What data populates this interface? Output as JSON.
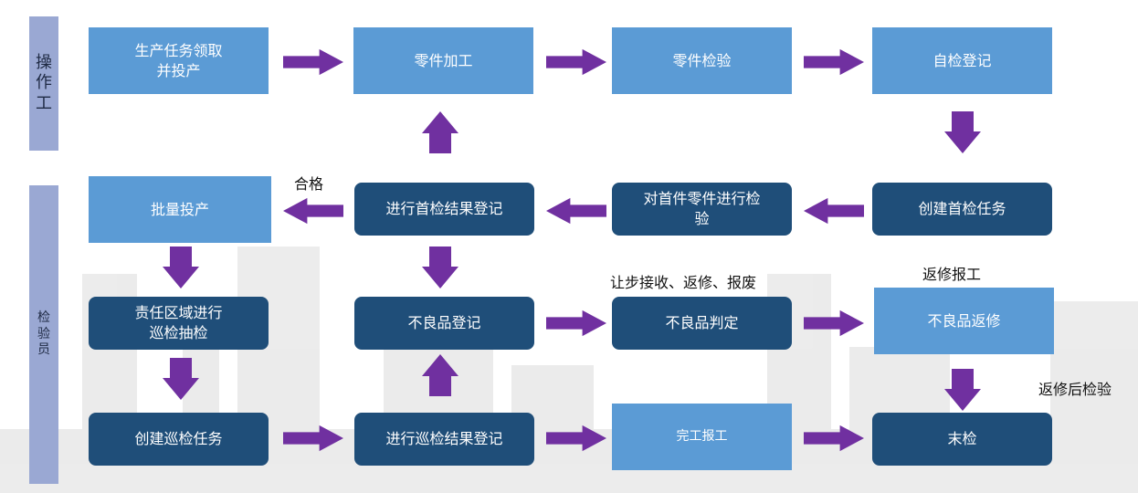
{
  "lanes": {
    "operator": [
      "操",
      "作",
      "工"
    ],
    "inspector": [
      "检",
      "验",
      "员"
    ]
  },
  "boxes": {
    "receive_task": "生产任务领取\n并投产",
    "part_processing": "零件加工",
    "part_inspection": "零件检验",
    "self_check_register": "自检登记",
    "mass_production": "批量投产",
    "first_check_register": "进行首检结果登记",
    "inspect_first_part": "对首件零件进行检\n验",
    "create_first_check": "创建首检任务",
    "patrol_area": "责任区域进行\n巡检抽检",
    "nonconforming_register": "不良品登记",
    "nonconforming_judge": "不良品判定",
    "nonconforming_repair": "不良品返修",
    "create_patrol_task": "创建巡检任务",
    "patrol_register": "进行巡检结果登记",
    "completion_report": "完工报工",
    "final_check": "末检"
  },
  "labels": {
    "pass": "合格",
    "judge_options": "让步接收、返修、报废",
    "repair_report": "返修报工",
    "post_repair_check": "返修后检验"
  },
  "colors": {
    "light_box": "#5b9bd5",
    "dark_box": "#1f4e79",
    "arrow": "#7030a0",
    "lane": "#9aa8d3"
  }
}
